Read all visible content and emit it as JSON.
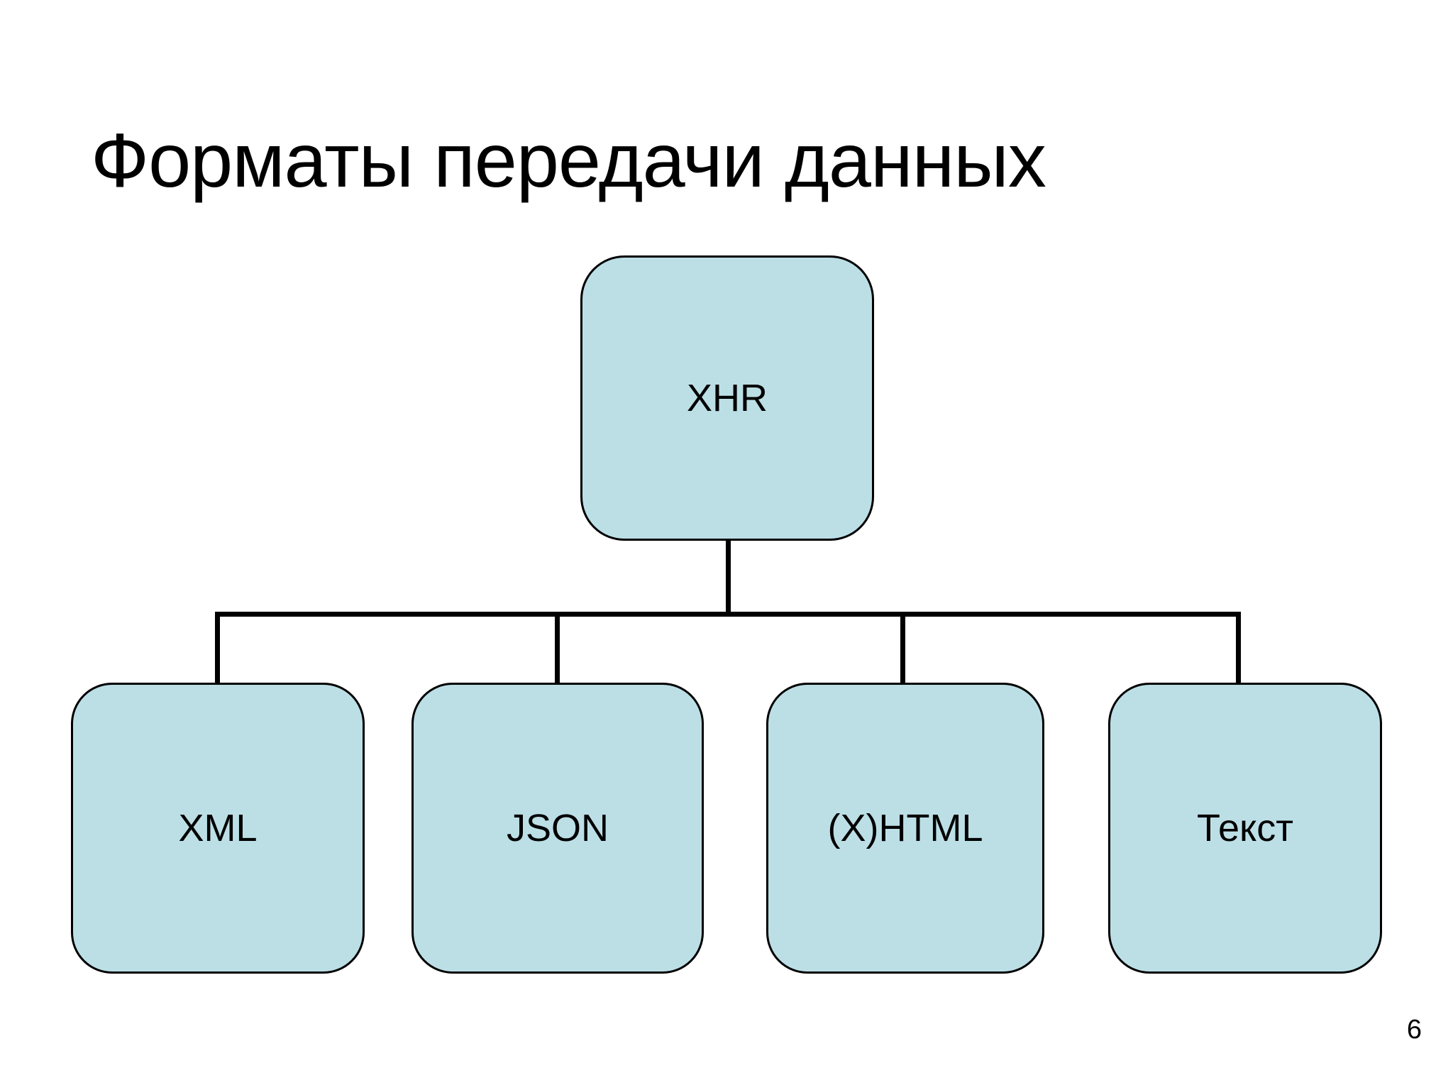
{
  "slide": {
    "title": "Форматы передачи данных",
    "page_number": "6",
    "background_color": "#ffffff"
  },
  "theme": {
    "node_fill": "#bcdfe6",
    "node_border": "#000000",
    "connector_color": "#000000",
    "text_color": "#000000"
  },
  "diagram": {
    "type": "tree",
    "root": {
      "id": "xhr",
      "label": "XHR"
    },
    "children": [
      {
        "id": "xml",
        "label": "XML"
      },
      {
        "id": "json",
        "label": "JSON"
      },
      {
        "id": "xhtml",
        "label": "(X)HTML"
      },
      {
        "id": "text",
        "label": "Текст"
      }
    ],
    "connectors": [
      {
        "id": "xhr-stem",
        "from": "xhr",
        "to": "bus"
      },
      {
        "id": "bus",
        "from": "bus",
        "to": "bus"
      },
      {
        "id": "drop-xml",
        "from": "bus",
        "to": "xml"
      },
      {
        "id": "drop-json",
        "from": "bus",
        "to": "json"
      },
      {
        "id": "drop-xhtml",
        "from": "bus",
        "to": "xhtml"
      },
      {
        "id": "drop-text",
        "from": "bus",
        "to": "text"
      }
    ]
  }
}
